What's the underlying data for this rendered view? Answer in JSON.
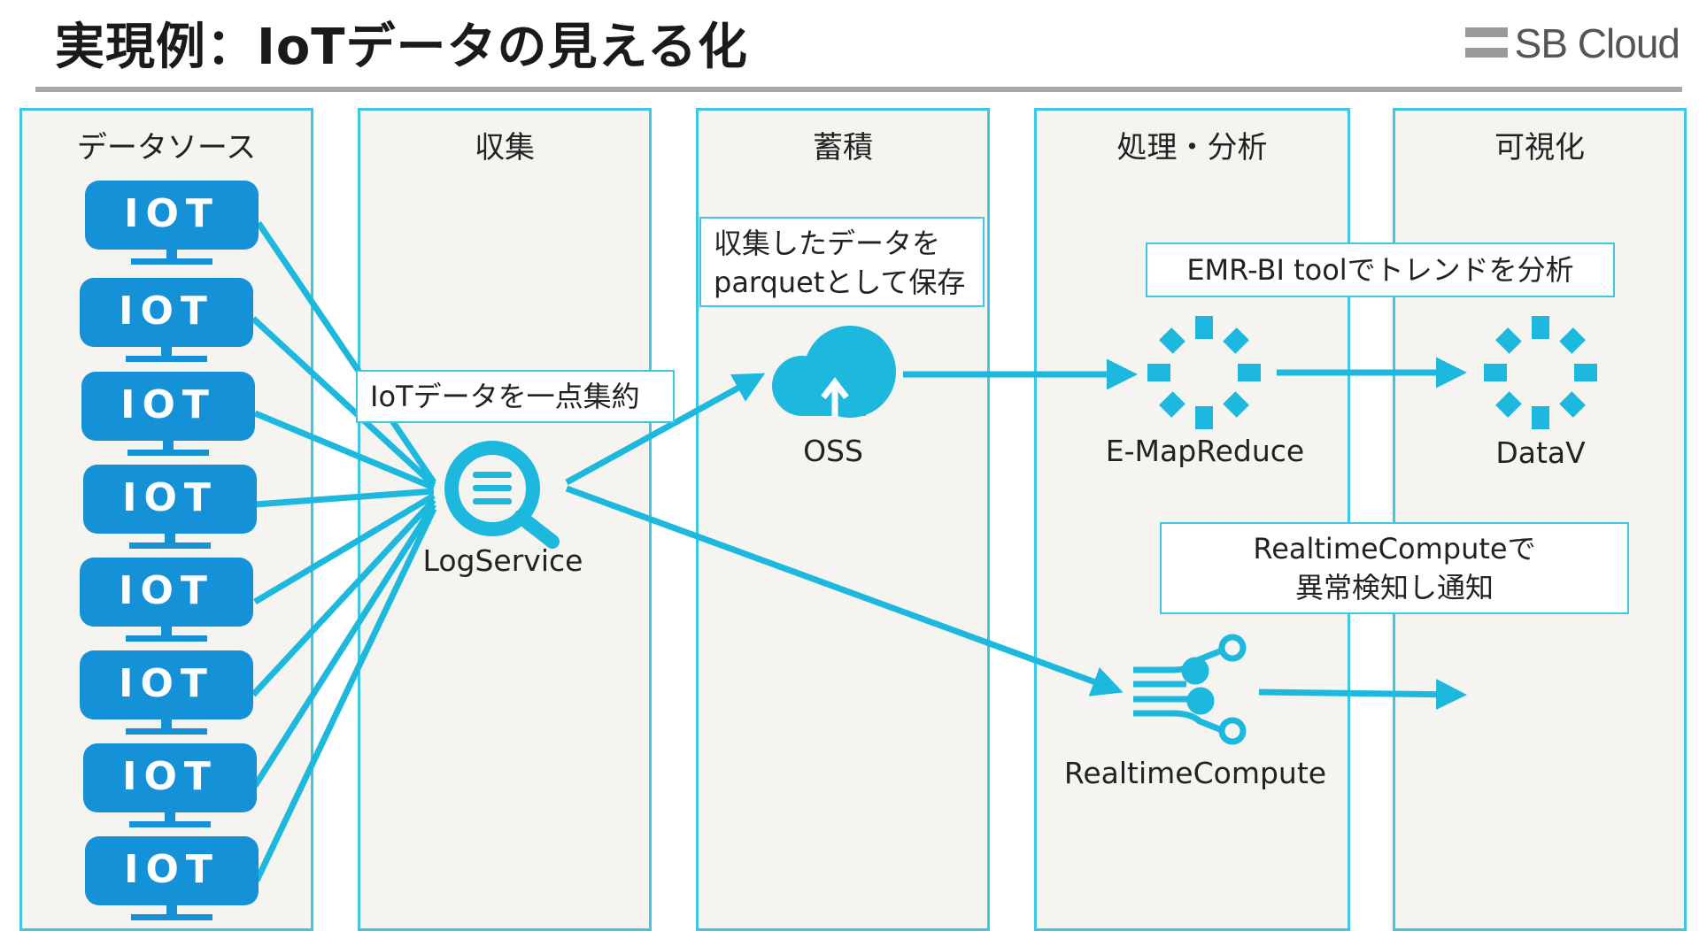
{
  "title": "実現例：IoTデータの見える化",
  "logo": {
    "text": "SB Cloud"
  },
  "columns": [
    "データソース",
    "収集",
    "蓄積",
    "処理・分析",
    "可視化"
  ],
  "iot_label": "IOT",
  "notes": {
    "collect": "IoTデータを一点集約",
    "store_line1": "収集したデータを",
    "store_line2": "parquetとして保存",
    "analyze": "EMR-BI toolでトレンドを分析",
    "realtime_line1": "RealtimeComputeで",
    "realtime_line2": "異常検知し通知"
  },
  "services": {
    "logservice": "LogService",
    "oss": "OSS",
    "emr": "E-MapReduce",
    "datav": "DataV",
    "realtime": "RealtimeCompute"
  },
  "colors": {
    "accent": "#3fc6e3",
    "iot_blue": "#1591d8",
    "column_bg": "#f5f4f0"
  }
}
